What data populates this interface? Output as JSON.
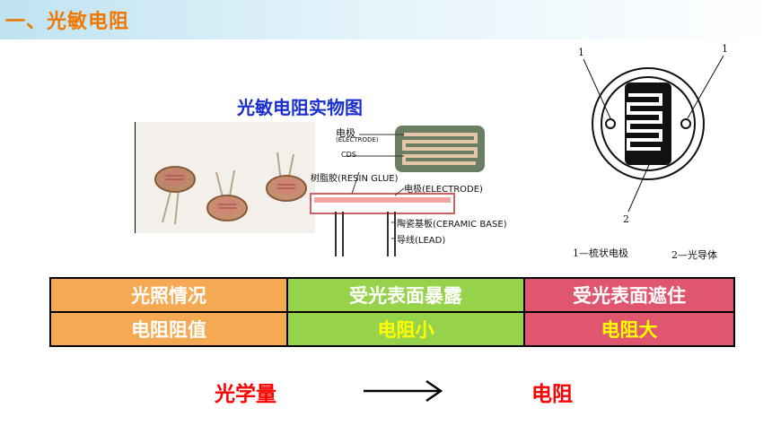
{
  "header": {
    "title": "一、光敏电阻"
  },
  "photo_section": {
    "title": "光敏电阻实物图"
  },
  "structure_diagram": {
    "labels": [
      "电极",
      "(ELECTRODE)",
      "CDS",
      "树脂胶(RESIN GLUE)",
      "电极(ELECTRODE)",
      "陶瓷基板(CERAMIC BASE)",
      "导线(LEAD)"
    ]
  },
  "symbol_diagram": {
    "marker_1a": "1",
    "marker_1b": "1",
    "marker_2": "2",
    "legend_1": "1—梳状电极",
    "legend_2": "2—光导体"
  },
  "table": {
    "rows": [
      [
        "光照情况",
        "受光表面暴露",
        "受光表面遮住"
      ],
      [
        "电阻阻值",
        "电阻小",
        "电阻大"
      ]
    ]
  },
  "relation": {
    "left": "光学量",
    "right": "电阻"
  }
}
